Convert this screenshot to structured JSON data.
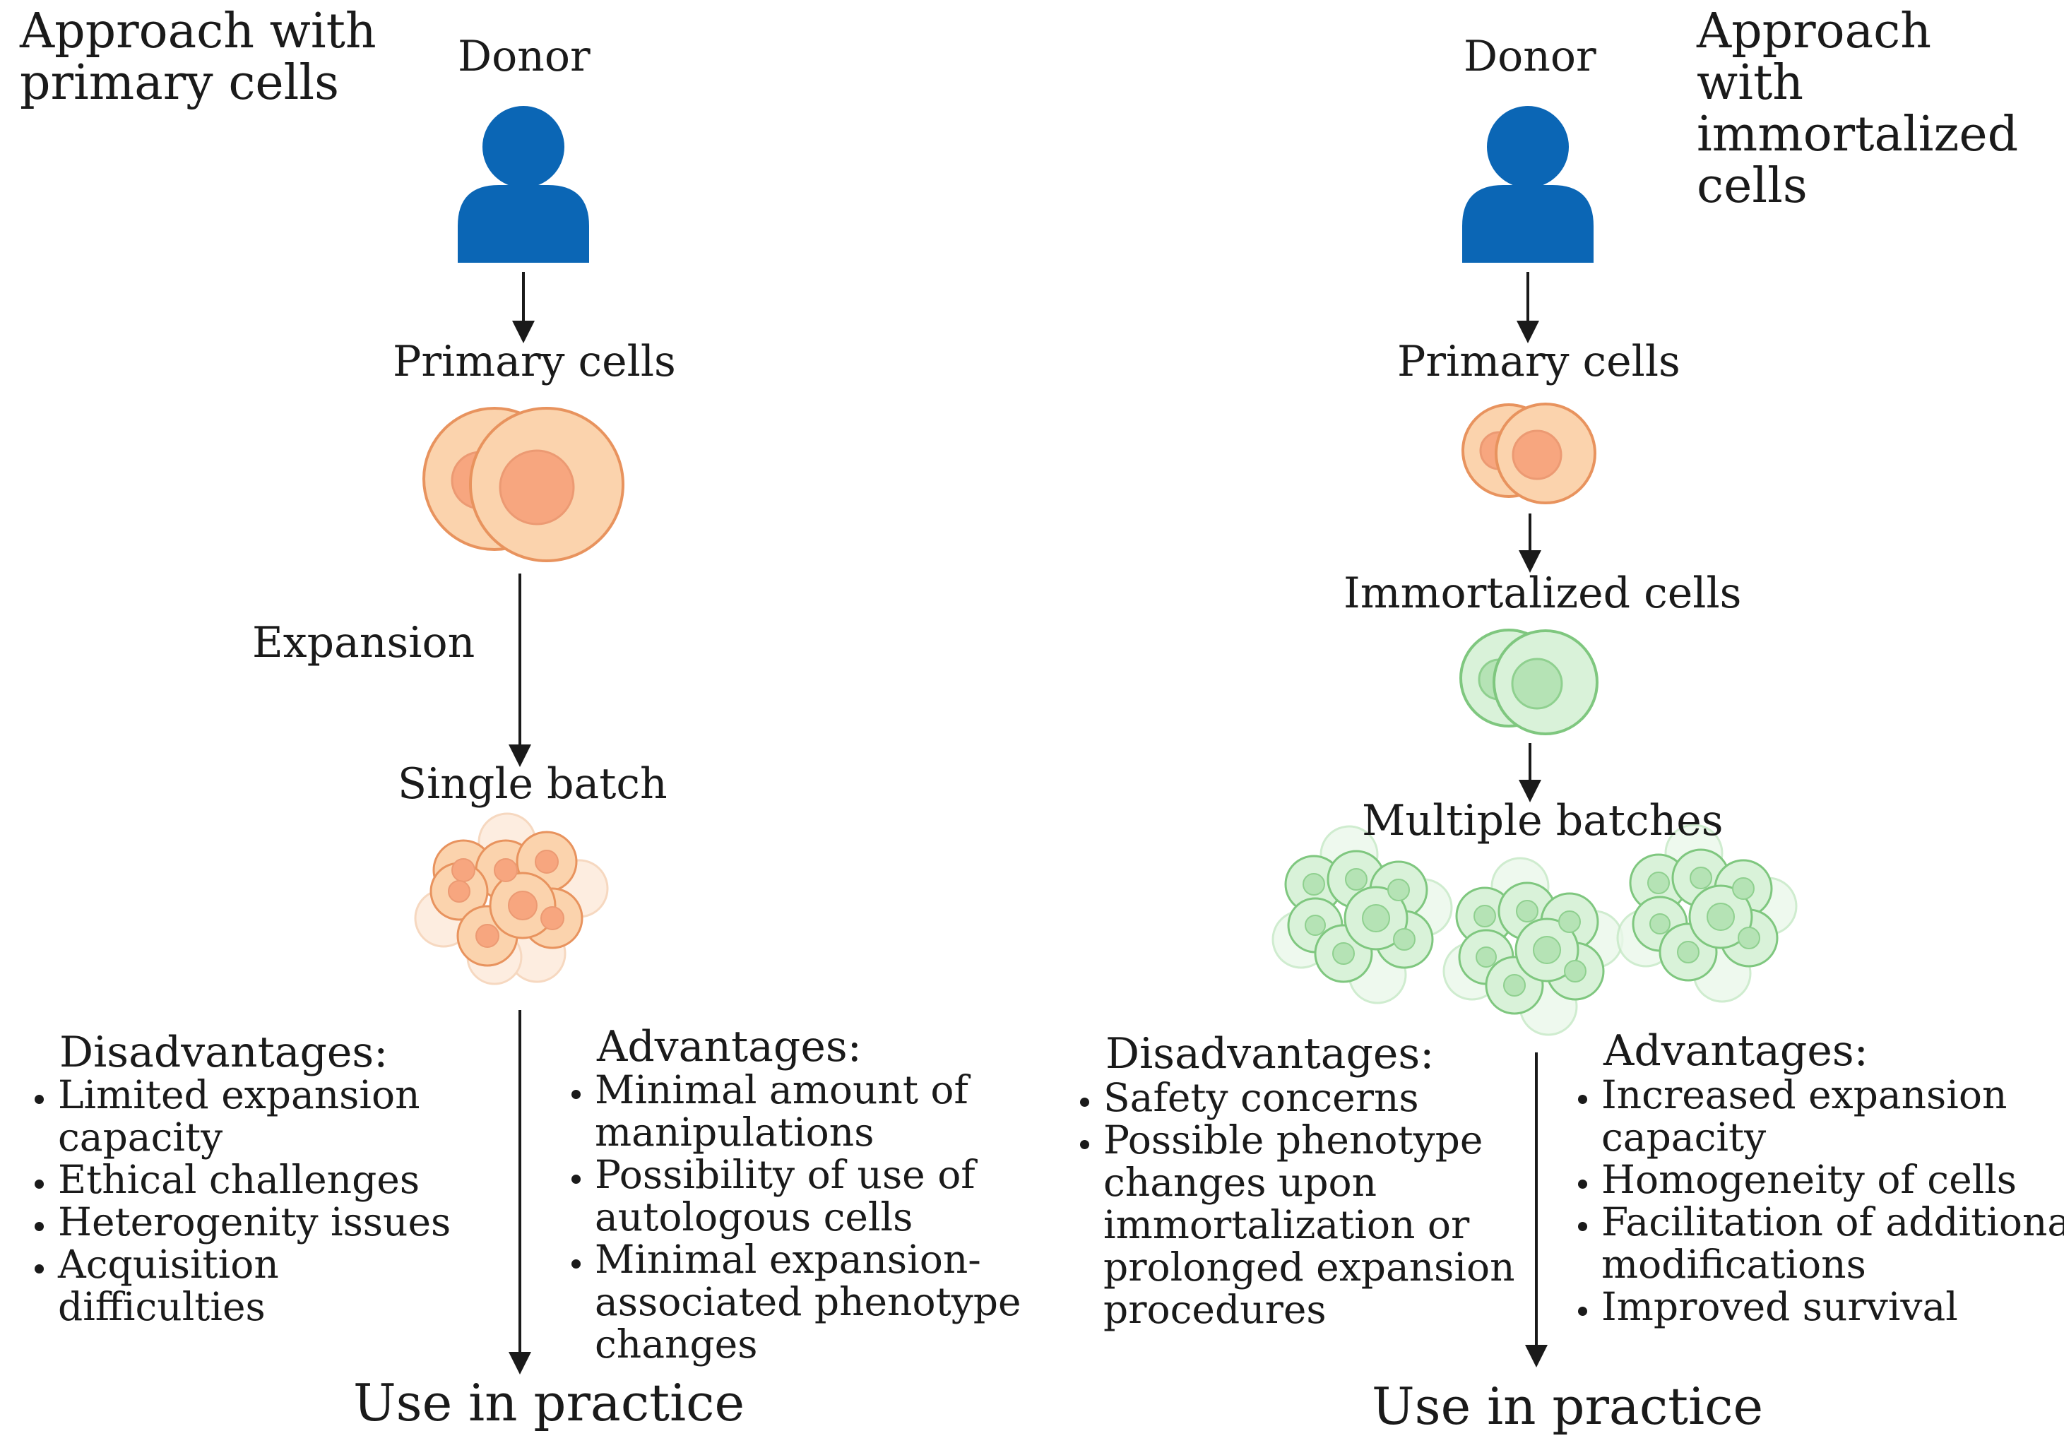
{
  "left": {
    "title": "Approach with primary cells",
    "donor": "Donor",
    "primary_cells": "Primary cells",
    "expansion": "Expansion",
    "single_batch": "Single batch",
    "disadvantages": {
      "heading": "Disadvantages:",
      "items": [
        "Limited expansion capacity",
        "Ethical challenges",
        "Heterogenity issues",
        "Acquisition difficulties"
      ]
    },
    "advantages": {
      "heading": "Advantages:",
      "items": [
        "Minimal amount of manipulations",
        "Possibility of use of autologous cells",
        "Minimal expansion-associated phenotype changes"
      ]
    },
    "use_in_practice": "Use in practice"
  },
  "right": {
    "title": "Approach with immortalized cells",
    "donor": "Donor",
    "primary_cells": "Primary cells",
    "immortalized_cells": "Immortalized cells",
    "multiple_batches": "Multiple batches",
    "disadvantages": {
      "heading": "Disadvantages:",
      "items": [
        "Safety concerns",
        "Possible phenotype changes upon immortalization or prolonged expansion procedures"
      ]
    },
    "advantages": {
      "heading": "Advantages:",
      "items": [
        "Increased expansion capacity",
        "Homogeneity of cells",
        "Facilitation of additional modifications",
        "Improved survival"
      ]
    },
    "use_in_practice": "Use in practice"
  },
  "colors": {
    "donor_icon": "#0b66b5",
    "primary_cell_fill": "#fbd3ad",
    "primary_cell_stroke": "#e8935e",
    "primary_nucleus": "#f7a67f",
    "immortal_cell_fill": "#d9f2d9",
    "immortal_cell_stroke": "#7fc77f",
    "immortal_nucleus": "#b5e3b5",
    "arrow": "#1a1a1a"
  }
}
